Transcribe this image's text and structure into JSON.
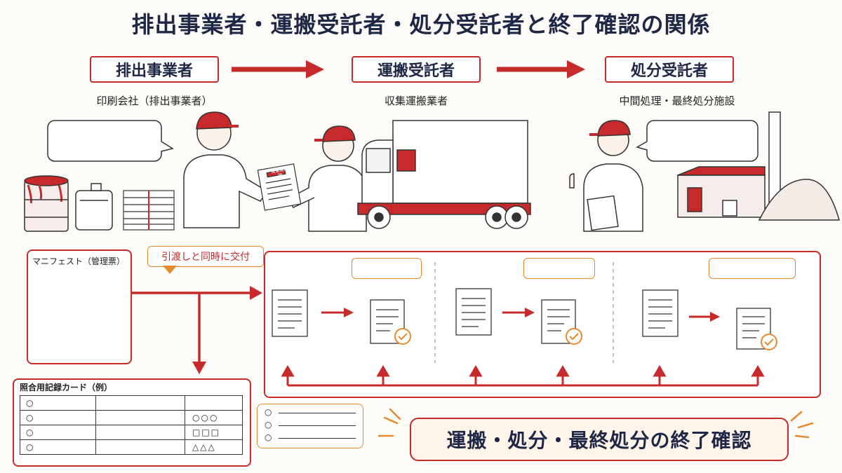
{
  "title": "排出事業者・運搬受託者・処分受託者と終了確認の関係",
  "roles": [
    {
      "label": "排出事業者",
      "sublabel": "印刷会社（排出事業者）"
    },
    {
      "label": "運搬受託者",
      "sublabel": "収集運搬業者"
    },
    {
      "label": "処分受託者",
      "sublabel": "中間処理・最終処分施設"
    }
  ],
  "handover_paper_label": "産業廃棄物",
  "manifest_label": "マニフェスト（管理票）",
  "callout_label": "引渡しと同時に交付",
  "card_label": "照合用記録カード（例）",
  "card_rows": [
    {
      "col1": "○",
      "col3": ""
    },
    {
      "col1": "○",
      "col3": "○○○"
    },
    {
      "col1": "○",
      "col3": "□□□"
    },
    {
      "col1": "○",
      "col3": "△△△"
    }
  ],
  "note_list_marks": [
    "○",
    "○",
    "○"
  ],
  "conclusion_label": "運搬・処分・最終処分の終了確認",
  "colors": {
    "accent": "#c72a2a",
    "orange": "#e8892e",
    "navy": "#1e2746"
  }
}
